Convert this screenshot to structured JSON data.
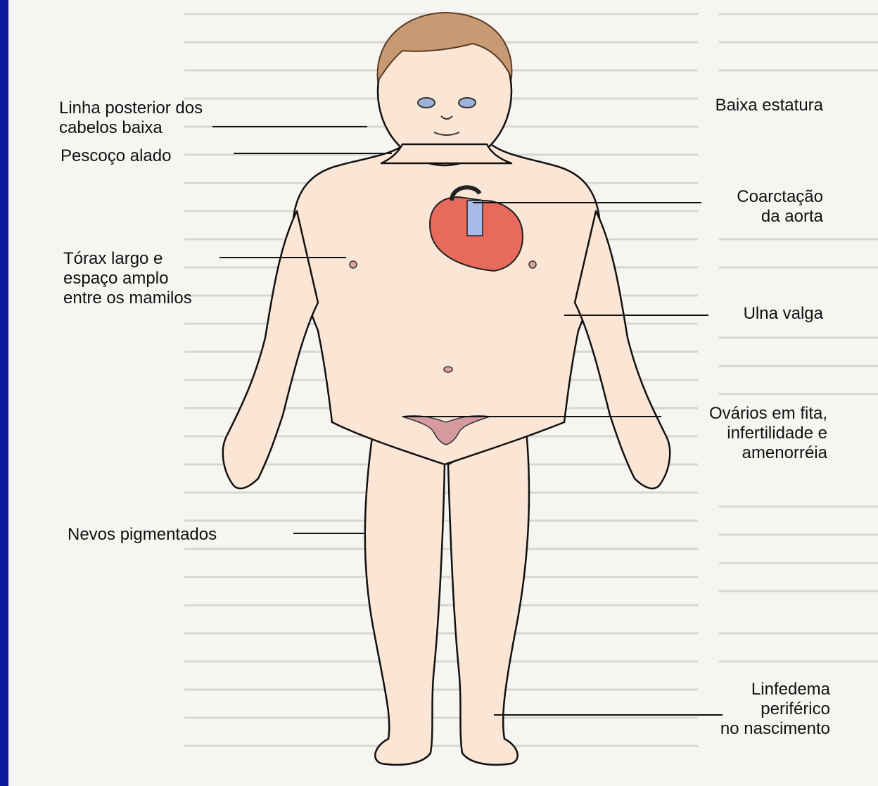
{
  "colors": {
    "frame": "#0a1a9e",
    "page": "#f7f5f2",
    "skin": "#fbe6d6",
    "outline": "#111111",
    "hair": "#c79a74",
    "heart": "#e86a5c",
    "vessel": "#a9b9e8",
    "ovary": "#d49aa0"
  },
  "labels": {
    "hairline": "Linha posterior dos\ncabelos baixa",
    "neck": "Pescoço alado",
    "chest": "Tórax largo e\nespaço amplo\nentre os mamilos",
    "nevi": "Nevos pigmentados",
    "stature": "Baixa estatura",
    "aorta": "Coarctação\nda aorta",
    "ulna": "Ulna valga",
    "ovaries": "Ovários em fita,\ninfertilidade e\namenorréia",
    "lymphedema": "Linfedema\nperiférico\nno nascimento"
  }
}
